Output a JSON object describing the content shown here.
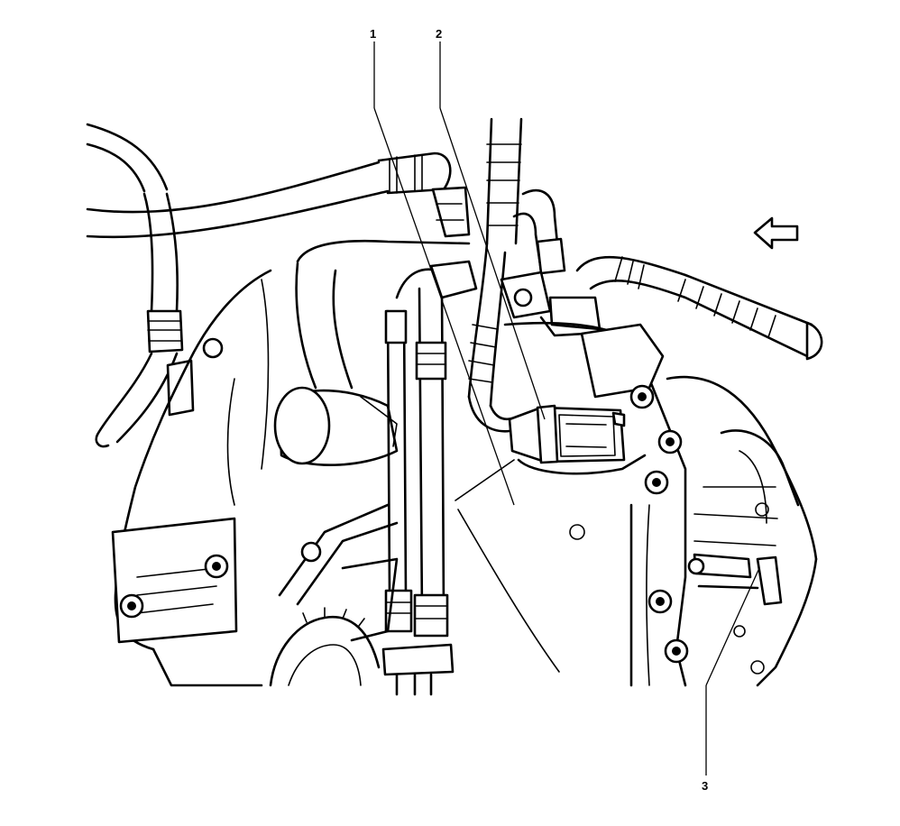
{
  "callouts": [
    {
      "id": "1",
      "text": "1"
    },
    {
      "id": "2",
      "text": "2"
    },
    {
      "id": "3",
      "text": "3"
    }
  ],
  "orientation_arrow": {
    "icon": "view-direction-arrow-icon"
  }
}
